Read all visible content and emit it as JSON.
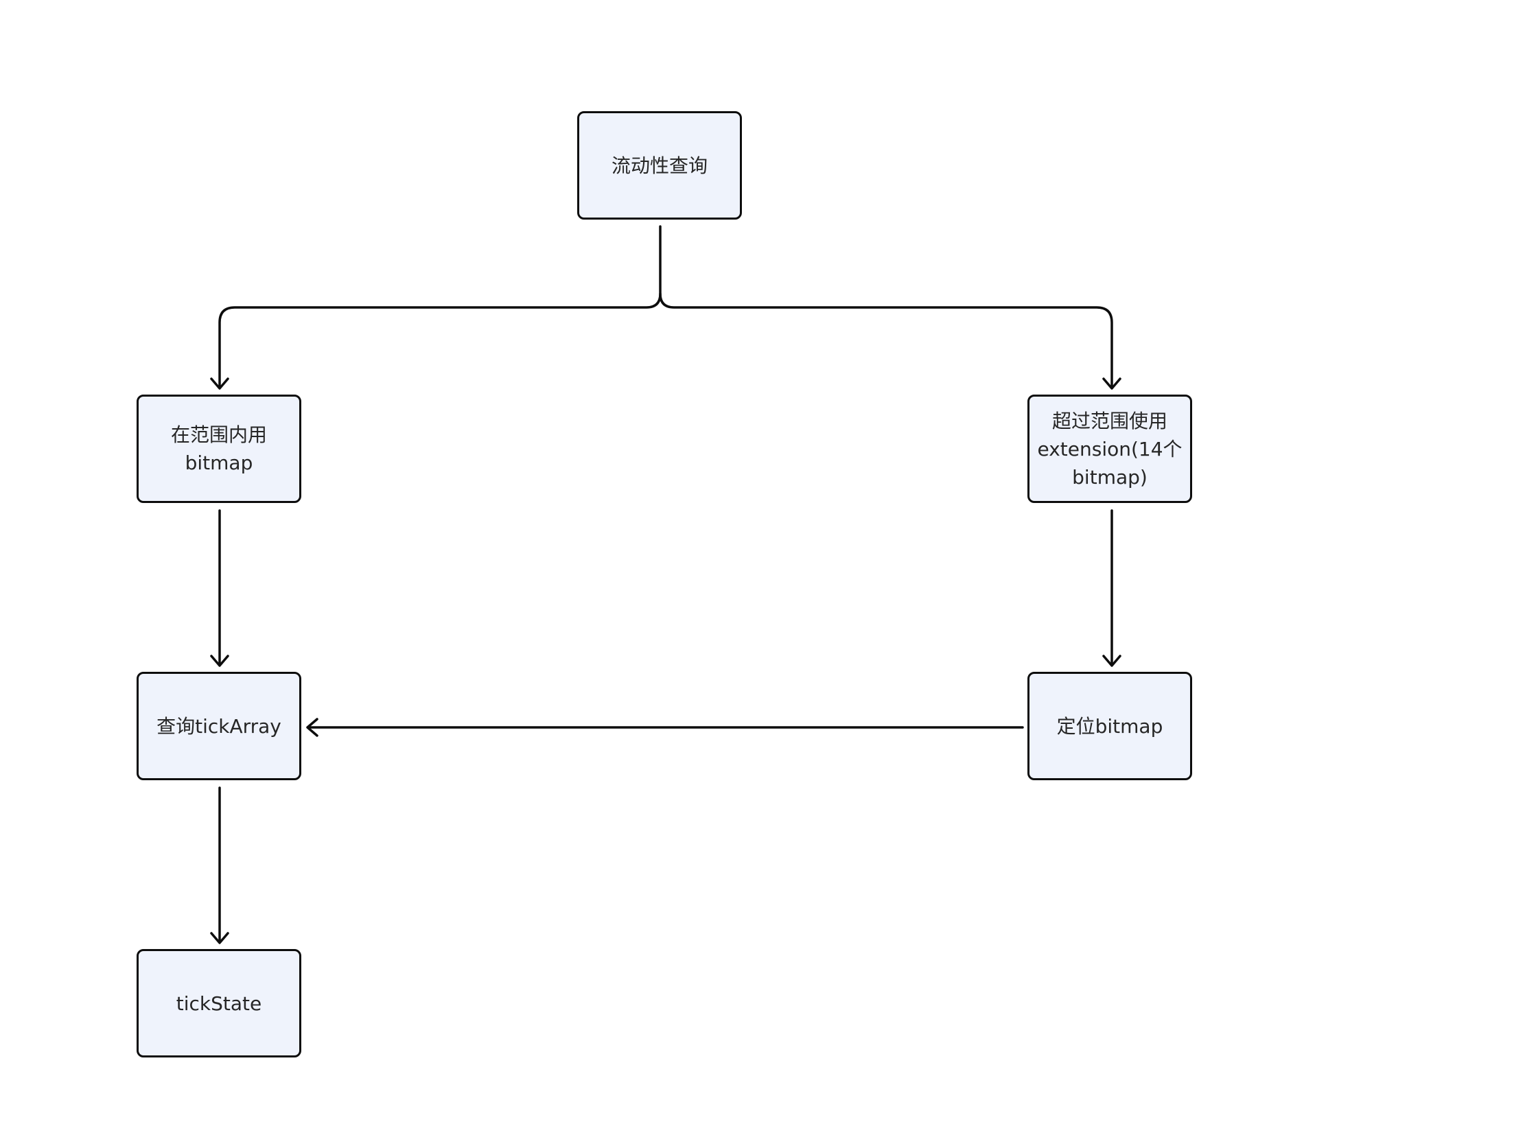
{
  "diagram": {
    "nodes": [
      {
        "id": "liquidity-query",
        "label": "流动性查询"
      },
      {
        "id": "in-range-bitmap",
        "label": "在范围内用\nbitmap"
      },
      {
        "id": "out-range-extension",
        "label": "超过范围使用\nextension(14个\nbitmap)"
      },
      {
        "id": "query-tickarray",
        "label": "查询tickArray"
      },
      {
        "id": "locate-bitmap",
        "label": "定位bitmap"
      },
      {
        "id": "tickstate",
        "label": "tickState"
      }
    ],
    "edges": [
      {
        "from": "流动性查询",
        "to": "在范围内用 bitmap"
      },
      {
        "from": "流动性查询",
        "to": "超过范围使用 extension(14个 bitmap)"
      },
      {
        "from": "在范围内用 bitmap",
        "to": "查询tickArray"
      },
      {
        "from": "超过范围使用 extension(14个 bitmap)",
        "to": "定位bitmap"
      },
      {
        "from": "定位bitmap",
        "to": "查询tickArray"
      },
      {
        "from": "查询tickArray",
        "to": "tickState"
      }
    ],
    "colors": {
      "node_fill": "#eff3fc",
      "node_border": "#0d0d0d",
      "connector": "#0d0d0d",
      "text": "#262626",
      "background": "#ffffff"
    }
  }
}
